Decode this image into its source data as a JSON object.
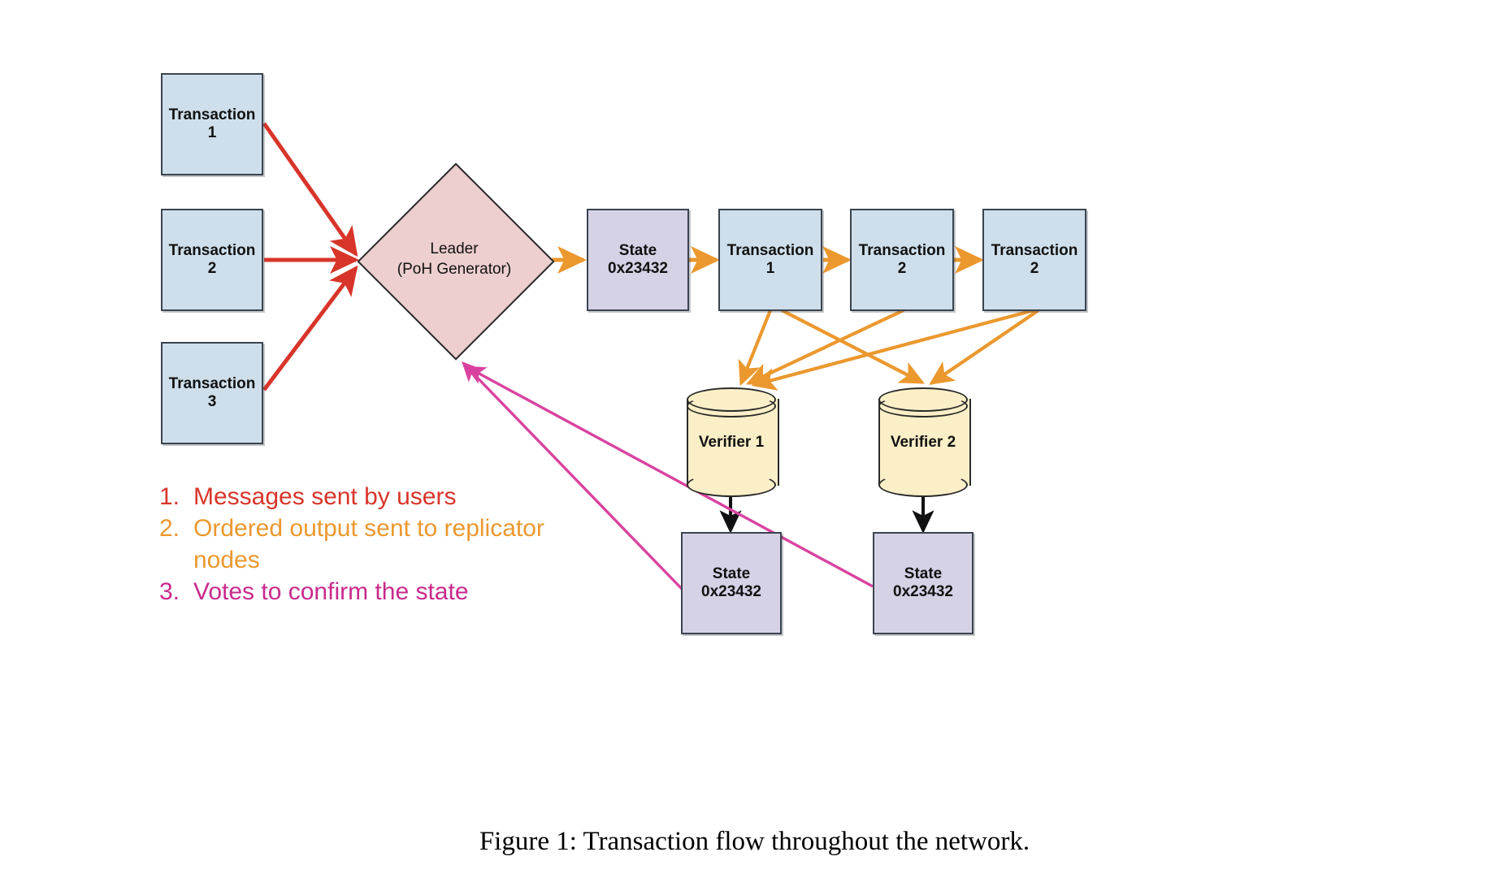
{
  "figure": {
    "caption": "Figure 1:  Transaction flow throughout the network."
  },
  "colors": {
    "transaction_fill": "#cedfeb",
    "state_fill": "#d6d2e6",
    "leader_fill": "#eccfce",
    "verifier_fill": "#fbefc8",
    "arrow_user": "#d8352a",
    "arrow_ordered": "#eb982e",
    "arrow_vote": "#d9439f",
    "arrow_plain": "#000000",
    "node_stroke": "#3a4450"
  },
  "inputs": [
    {
      "title": "Transaction",
      "number": "1"
    },
    {
      "title": "Transaction",
      "number": "2"
    },
    {
      "title": "Transaction",
      "number": "3"
    }
  ],
  "leader": {
    "line1": "Leader",
    "line2": "(PoH Generator)"
  },
  "ledger": [
    {
      "title": "State",
      "number": "0x23432",
      "kind": "state"
    },
    {
      "title": "Transaction",
      "number": "1",
      "kind": "transaction"
    },
    {
      "title": "Transaction",
      "number": "2",
      "kind": "transaction"
    },
    {
      "title": "Transaction",
      "number": "2",
      "kind": "transaction"
    }
  ],
  "verifiers": [
    {
      "label": "Verifier 1"
    },
    {
      "label": "Verifier 2"
    }
  ],
  "verified_states": [
    {
      "title": "State",
      "number": "0x23432"
    },
    {
      "title": "State",
      "number": "0x23432"
    }
  ],
  "legend": [
    {
      "num": "1.",
      "text": "Messages sent by users"
    },
    {
      "num": "2.",
      "text": "Ordered output sent to replicator nodes"
    },
    {
      "num": "3.",
      "text": "Votes to confirm the state"
    }
  ]
}
